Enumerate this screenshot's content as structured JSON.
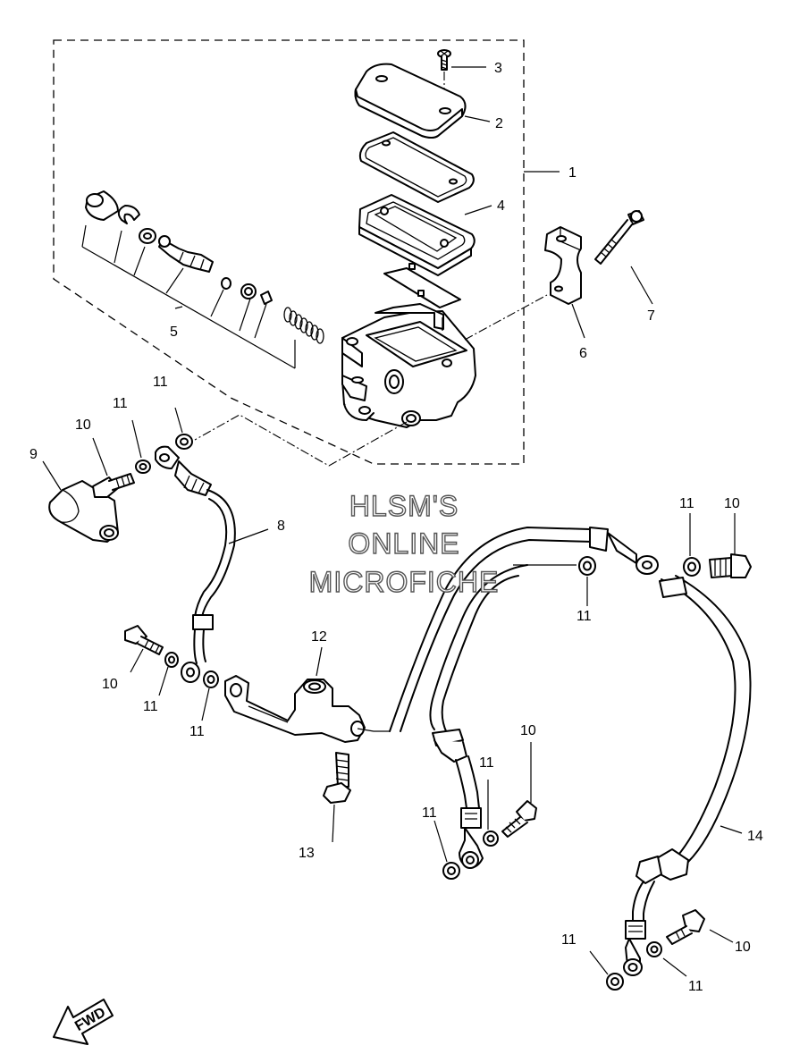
{
  "watermark": {
    "line1": "HLSM'S",
    "line2": "ONLINE",
    "line3": "MICROFICHE"
  },
  "fwd_label": "FWD",
  "callouts": {
    "c1": "1",
    "c2": "2",
    "c3": "3",
    "c4": "4",
    "c5": "5",
    "c6": "6",
    "c7": "7",
    "c8": "8",
    "c9": "9",
    "c10a": "10",
    "c10b": "10",
    "c10c": "10",
    "c10d": "10",
    "c10e": "10",
    "c11a": "11",
    "c11b": "11",
    "c11c": "11",
    "c11d": "11",
    "c11e": "11",
    "c11f": "11",
    "c11g": "11",
    "c11h": "11",
    "c11i": "11",
    "c11j": "11",
    "c12": "12",
    "c13": "13",
    "c14": "14"
  }
}
